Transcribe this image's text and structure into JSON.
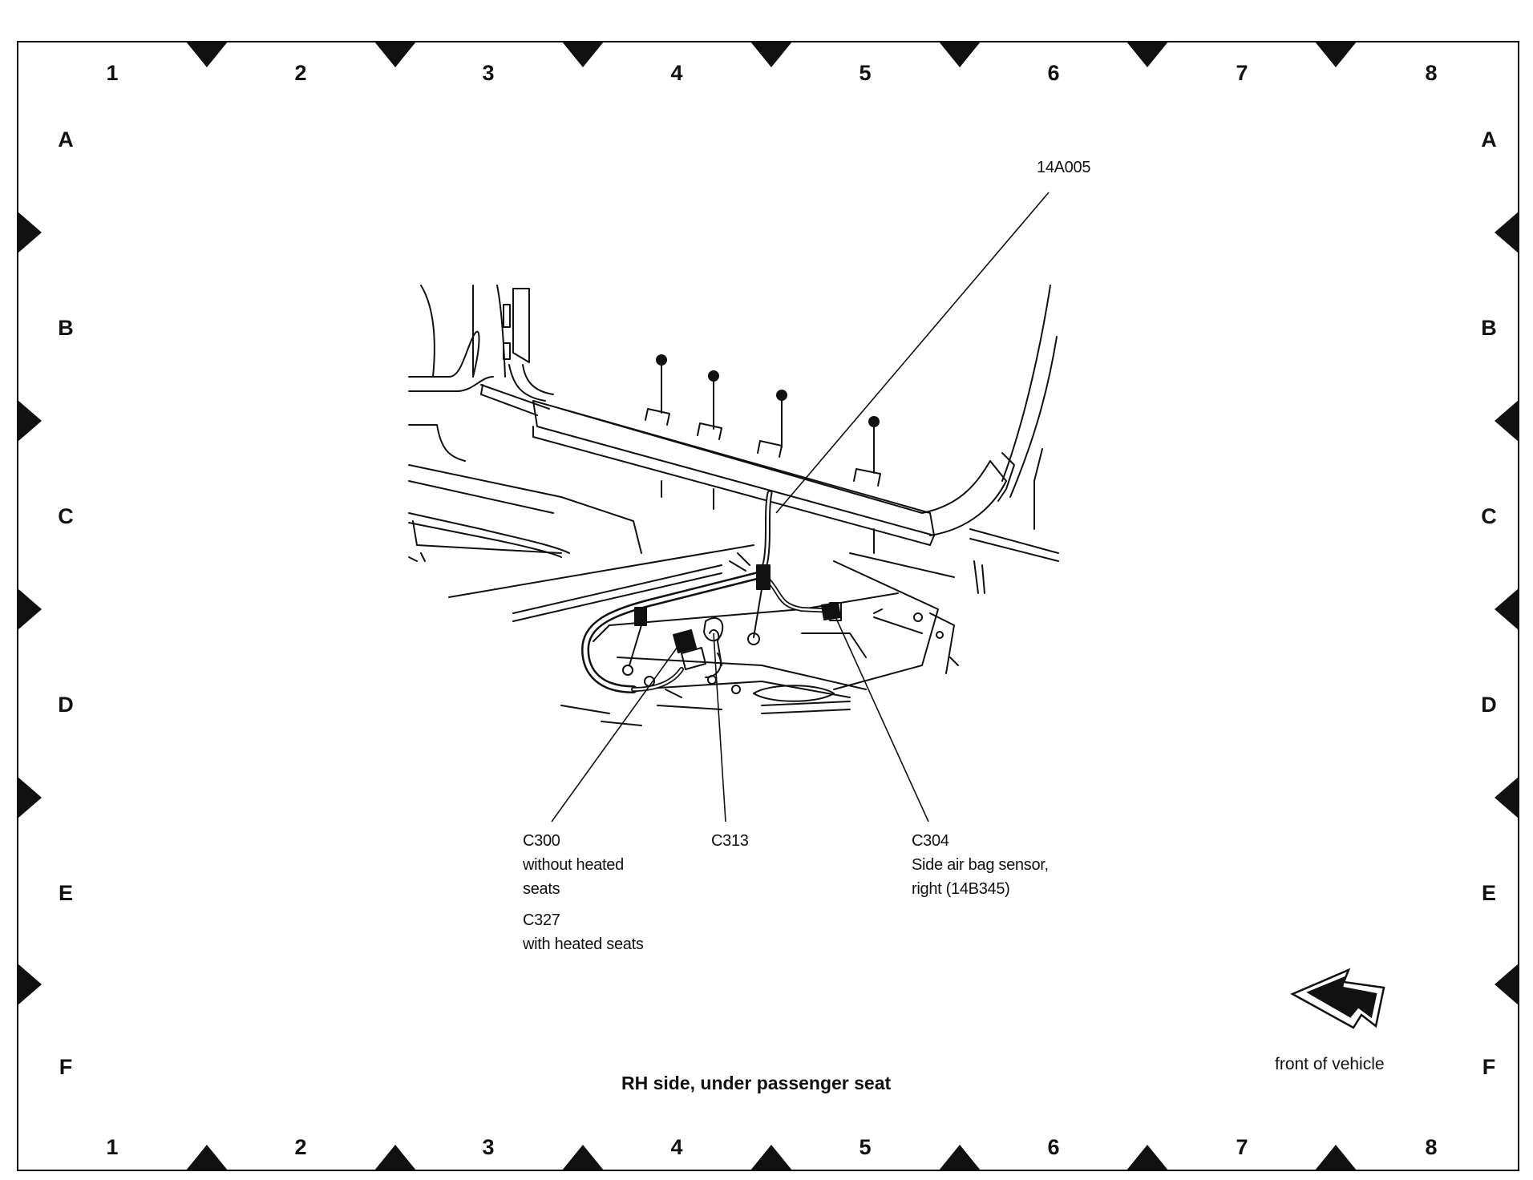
{
  "grid": {
    "columns": [
      "1",
      "2",
      "3",
      "4",
      "5",
      "6",
      "7",
      "8"
    ],
    "rows": [
      "A",
      "B",
      "C",
      "D",
      "E",
      "F"
    ]
  },
  "callouts": {
    "harness": {
      "id": "14A005"
    },
    "c300": {
      "lines": [
        "C300",
        "without heated",
        "seats"
      ]
    },
    "c327": {
      "lines": [
        "C327",
        "with heated seats"
      ]
    },
    "c313": {
      "lines": [
        "C313"
      ]
    },
    "c304": {
      "lines": [
        "C304",
        "Side air bag sensor,",
        "right (14B345)"
      ]
    }
  },
  "caption": "RH side, under passenger seat",
  "orientation": {
    "label": "front of vehicle",
    "icon": "direction-arrow-icon"
  },
  "colors": {
    "ink": "#111111",
    "paper": "#ffffff"
  }
}
